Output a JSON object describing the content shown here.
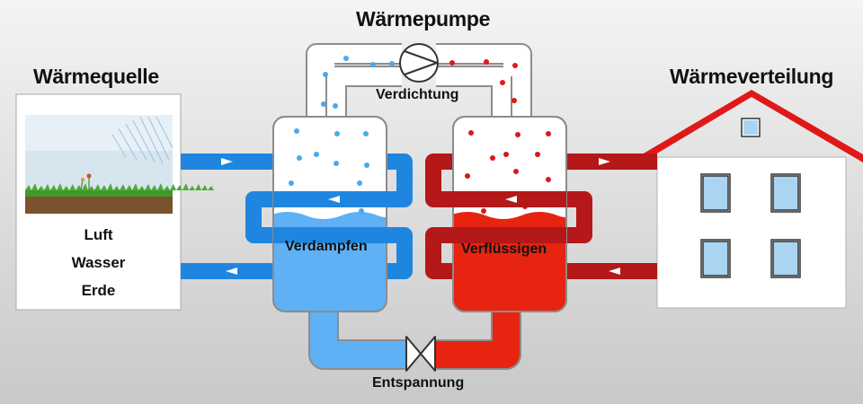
{
  "labels": {
    "heat_pump": "Wärmepumpe",
    "heat_source": "Wärmequelle",
    "heat_distribution": "Wärmeverteilung",
    "compression": "Verdichtung",
    "evaporation": "Verdampfen",
    "condensation": "Verflüssigen",
    "expansion": "Entspannung",
    "sources": [
      "Luft",
      "Wasser",
      "Erde"
    ]
  },
  "colors": {
    "cold_pipe": "#1f86e0",
    "cold_liquid": "#5fb0f4",
    "hot_pipe": "#b41818",
    "hot_liquid": "#e62410",
    "roof": "#e01818"
  },
  "icons": [
    "compressor-icon",
    "expansion-valve-icon",
    "house-icon",
    "landscape-icon"
  ]
}
